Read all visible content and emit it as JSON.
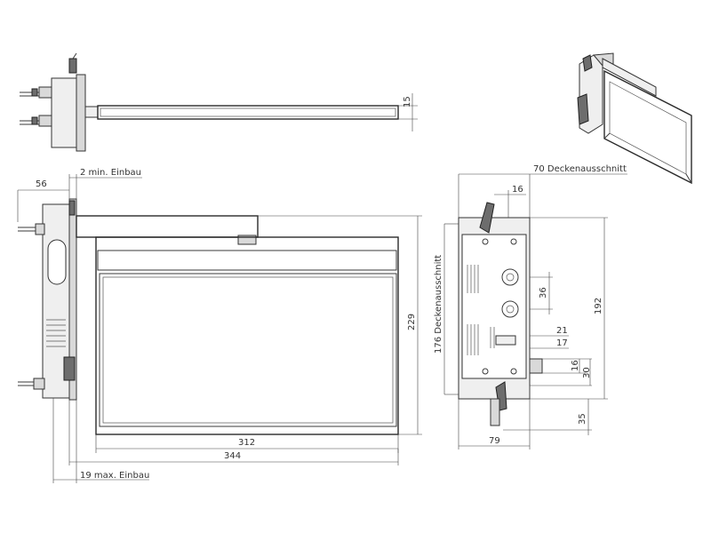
{
  "labels": {
    "top_height": "15",
    "left_depth": "56",
    "min_install": "2 min. Einbau",
    "max_install": "19 max. Einbau",
    "front_height": "229",
    "front_width_inner": "312",
    "front_width_outer": "344",
    "ceiling_cutout_width": "70 Deckenausschnitt",
    "ceiling_cutout_depth": "176 Deckenausschnitt",
    "side_top_16": "16",
    "side_36": "36",
    "side_21": "21",
    "side_17": "17",
    "side_16b": "16",
    "side_30": "30",
    "side_192": "192",
    "side_35": "35",
    "side_79": "79"
  }
}
